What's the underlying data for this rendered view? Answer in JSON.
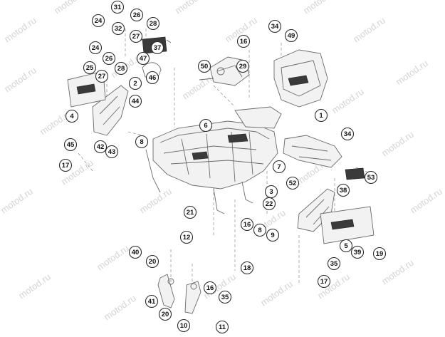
{
  "watermark": "motod.ru",
  "callouts": [
    "31",
    "24",
    "26",
    "32",
    "27",
    "28",
    "37",
    "24",
    "26",
    "25",
    "27",
    "28",
    "47",
    "46",
    "2",
    "44",
    "4",
    "8",
    "42",
    "43",
    "45",
    "17",
    "16",
    "34",
    "49",
    "50",
    "29",
    "6",
    "1",
    "34",
    "7",
    "52",
    "53",
    "38",
    "3",
    "22",
    "21",
    "16",
    "8",
    "9",
    "12",
    "19",
    "5",
    "39",
    "40",
    "20",
    "35",
    "17",
    "18",
    "41",
    "16",
    "35",
    "20",
    "10",
    "11",
    "41"
  ],
  "colors": {
    "line": "#6a6a6a",
    "callout_ring": "#2a2a2a",
    "watermark": "#d4d4d4"
  }
}
